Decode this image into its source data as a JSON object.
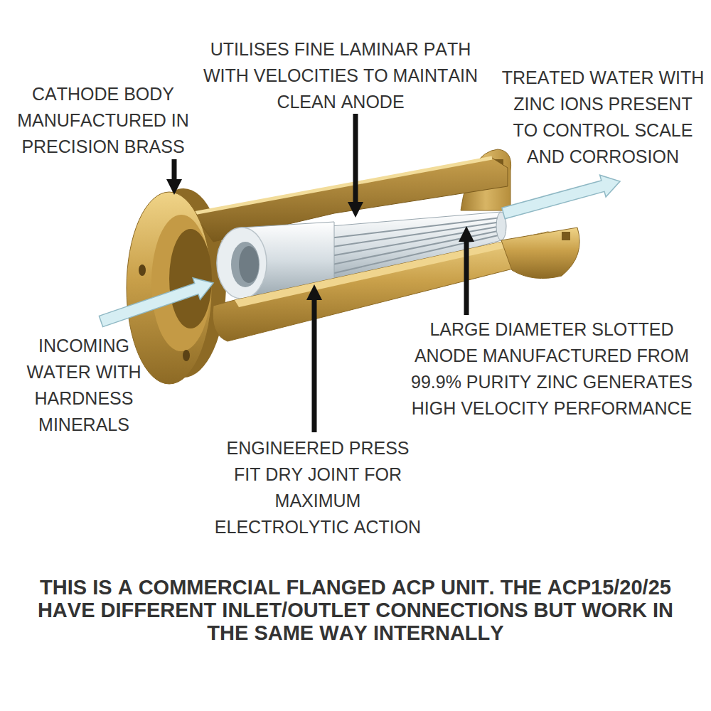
{
  "diagram": {
    "caption": "THIS IS A COMMERCIAL FLANGED ACP UNIT. THE ACP15/20/25 HAVE DIFFERENT INLET/OUTLET CONNECTIONS BUT WORK IN THE SAME WAY INTERNALLY",
    "labels": [
      "CATHODE BODY MANUFACTURED IN PRECISION BRASS",
      "UTILISES FINE LAMINAR PATH WITH VELOCITIES TO MAINTAIN CLEAN ANODE",
      "TREATED WATER WITH ZINC IONS PRESENT TO CONTROL SCALE AND CORROSION",
      "INCOMING WATER WITH HARDNESS MINERALS",
      "ENGINEERED PRESS FIT DRY JOINT FOR MAXIMUM ELECTROLYTIC ACTION",
      "LARGE DIAMETER SLOTTED ANODE MANUFACTURED FROM 99.9% PURITY ZINC GENERATES HIGH VELOCITY PERFORMANCE"
    ]
  }
}
